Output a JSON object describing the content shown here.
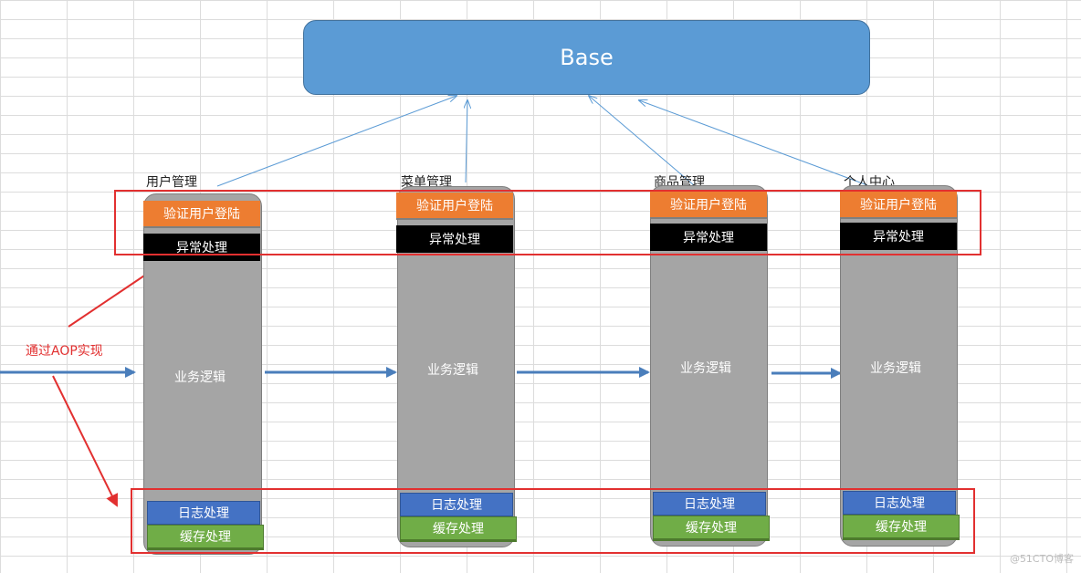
{
  "base_label": "Base",
  "modules": [
    {
      "title": "用户管理",
      "verify": "验证用户登陆",
      "exception": "异常处理",
      "logic": "业务逻辑",
      "log": "日志处理",
      "cache": "缓存处理"
    },
    {
      "title": "菜单管理",
      "verify": "验证用户登陆",
      "exception": "异常处理",
      "logic": "业务逻辑",
      "log": "日志处理",
      "cache": "缓存处理"
    },
    {
      "title": "商品管理",
      "verify": "验证用户登陆",
      "exception": "异常处理",
      "logic": "业务逻辑",
      "log": "日志处理",
      "cache": "缓存处理"
    },
    {
      "title": "个人中心",
      "verify": "验证用户登陆",
      "exception": "异常处理",
      "logic": "业务逻辑",
      "log": "日志处理",
      "cache": "缓存处理"
    }
  ],
  "aop_label": "通过AOP实现",
  "watermark": "@51CTO博客"
}
